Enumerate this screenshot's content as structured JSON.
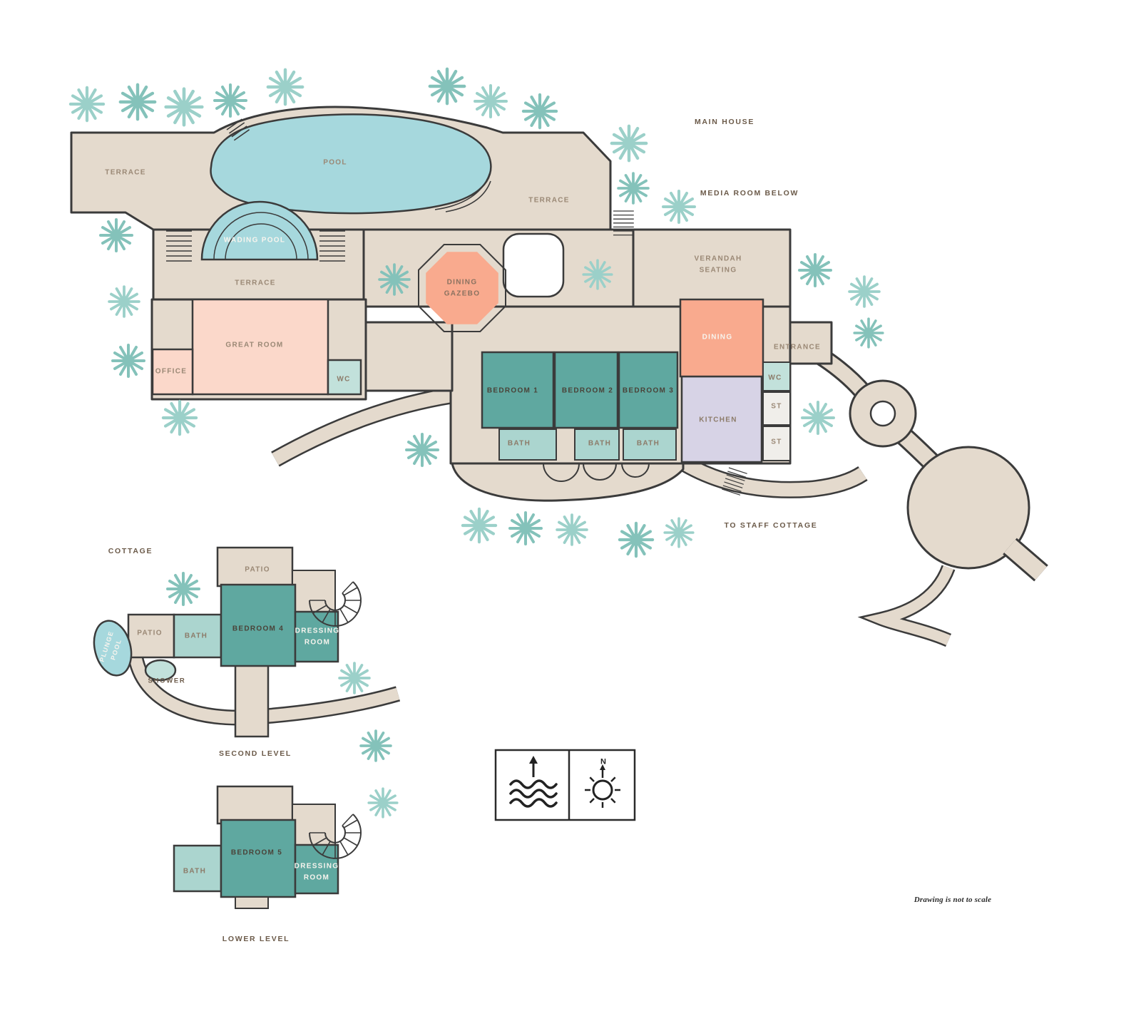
{
  "title": "Estate floor plan",
  "headings": {
    "main_house": "MAIN HOUSE",
    "media_room_below": "MEDIA ROOM BELOW",
    "to_staff_cottage": "TO STAFF COTTAGE",
    "cottage": "COTTAGE",
    "second_level": "SECOND LEVEL",
    "lower_level": "LOWER LEVEL"
  },
  "main_house": {
    "terrace_upper_left": "TERRACE",
    "terrace_right": "TERRACE",
    "terrace_middle": "TERRACE",
    "pool": "POOL",
    "wading_pool": "WADING POOL",
    "dining_gazebo": "DINING\nGAZEBO",
    "verandah_seating": "VERANDAH\nSEATING",
    "great_room": "GREAT ROOM",
    "office": "OFFICE",
    "wc": "WC",
    "bedroom1": "BEDROOM 1",
    "bedroom2": "BEDROOM 2",
    "bedroom3": "BEDROOM 3",
    "bath1": "BATH",
    "bath2": "BATH",
    "bath3": "BATH",
    "kitchen": "KITCHEN",
    "dining": "DINING",
    "entrance": "ENTRANCE",
    "wc_entry": "WC",
    "st1": "ST",
    "st2": "ST"
  },
  "cottage_second_level": {
    "patio_upper": "PATIO",
    "patio_side": "PATIO",
    "bath": "BATH",
    "bedroom4": "BEDROOM 4",
    "dressing_room": "DRESSING\nROOM",
    "plunge_pool": "PLUNGE\nPOOL",
    "shower": "SHOWER"
  },
  "cottage_lower_level": {
    "bath": "BATH",
    "bedroom5": "BEDROOM 5",
    "dressing_room": "DRESSING\nROOM"
  },
  "legend": {
    "north_label": "N"
  },
  "notes": {
    "scale_note": "Drawing is not to scale"
  },
  "icons": {
    "palm_tree": "teal starburst frond",
    "water_arrow": "up arrow over three wavy lines",
    "compass": "sun/compass rose with N marker",
    "spiral_stairs": "curved treaded stair",
    "stairs": "parallel tread hatch"
  },
  "colors": {
    "outline": "#3b3b3b",
    "terrace": "#e4dacd",
    "pool": "#a6d8dd",
    "room_teal": "#5fa8a0",
    "bath_teal": "#abd5cf",
    "wc_teal": "#c2e1db",
    "salmon": "#f9aa8e",
    "pink": "#fbd8ca",
    "lavender": "#d7d3e6",
    "storage_gray": "#f0eeea",
    "palm": "#97cdc6",
    "label": "#9a8875",
    "heading": "#6b5a49"
  }
}
